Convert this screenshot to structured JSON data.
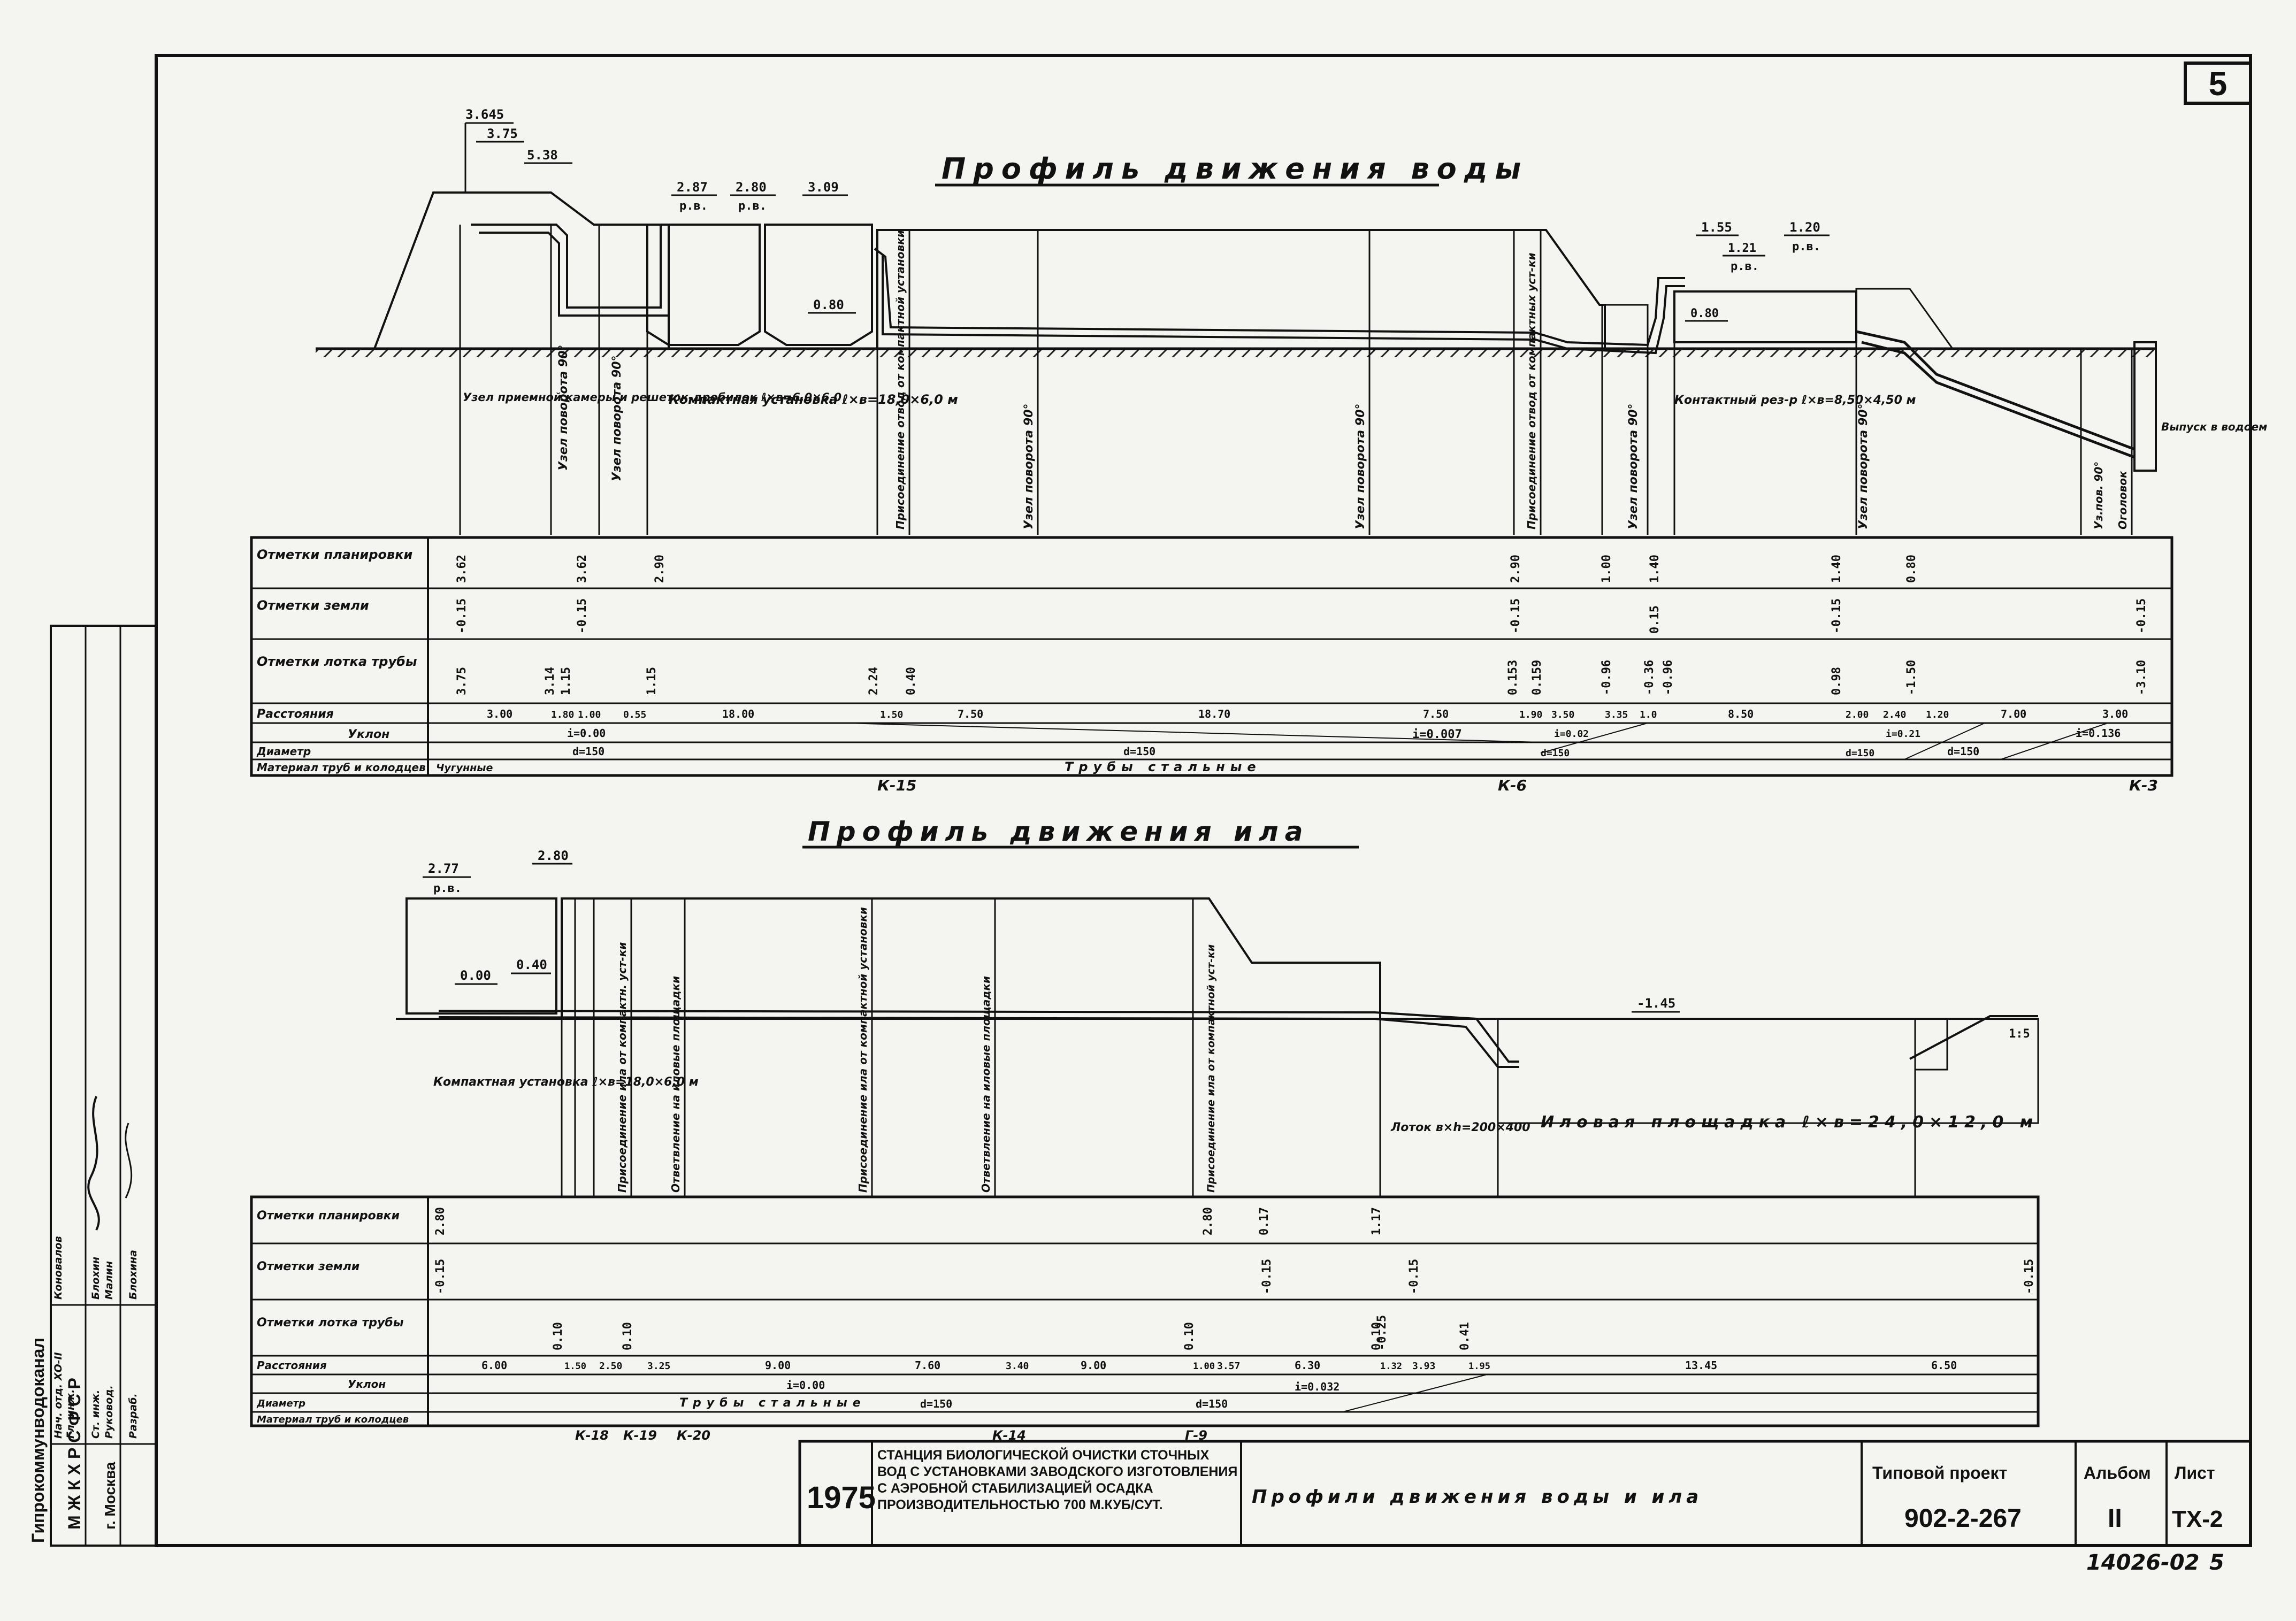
{
  "sheet_number": "5",
  "doc_id": "14026-02",
  "doc_page": "5",
  "water_profile": {
    "title": "Профиль движения воды",
    "top_marks": [
      "3.645",
      "3.75",
      "5.38",
      "2.87",
      "р.в.",
      "2.80",
      "р.в.",
      "3.09",
      "0.80",
      "1.55",
      "1.21",
      "р.в.",
      "1.20",
      "р.в.",
      "0.80"
    ],
    "structures": [
      "Узел приемной камеры и решеток-дробилок ℓ×в=6,0×6,0",
      "Узел поворота 90°",
      "Узел поворота 90°",
      "Компактная установка ℓ×в=18,0×6,0 м",
      "Присоединение отвод от компактной установки",
      "Узел поворота 90°",
      "Узел поворота 90°",
      "Присоединение отвод от компактных уст-ки",
      "Узел поворота 90°",
      "Контактный рез-р ℓ×в=8,50×4,50 м",
      "Узел поворота 90°",
      "Уз.пов. 90°",
      "Оголовок",
      "Выпуск в водоем"
    ],
    "row_labels": [
      "Отметки планировки",
      "Отметки земли",
      "Отметки лотка трубы",
      "Расстояния",
      "Уклон",
      "Диаметр",
      "Материал труб и колодцев"
    ],
    "planning_marks": [
      "3.62",
      "3.62",
      "2.90",
      "2.90",
      "1.00",
      "1.40",
      "1.40",
      "0.80"
    ],
    "ground_marks": [
      "-0.15",
      "-0.15",
      "-0.15",
      "0.15",
      "-0.15",
      "-0.15"
    ],
    "tray_marks": [
      "3.75",
      "3.14",
      "1.15",
      "1.15",
      "2.24",
      "0.40",
      "0.153",
      "0.159",
      "-0.96",
      "-0.36",
      "-0.96",
      "0.98",
      "-1.50",
      "-3.10"
    ],
    "distances": [
      "3.00",
      "1.80",
      "1.00",
      "0.55",
      "18.00",
      "1.50",
      "7.50",
      "18.70",
      "7.50",
      "1.90",
      "3.50",
      "3.35",
      "1.0",
      "8.50",
      "2.00",
      "2.40",
      "1.20",
      "7.00",
      "3.00"
    ],
    "slopes": [
      "i=0.00",
      "i=0.007",
      "i=0.02",
      "i=0.21",
      "i=0.136"
    ],
    "diameters": [
      "d=150",
      "d=150",
      "d=150",
      "d=150",
      "d=150"
    ],
    "materials": [
      "Чугунные",
      "Трубы стальные"
    ],
    "wells": [
      "К-15",
      "К-6",
      "К-3"
    ]
  },
  "sludge_profile": {
    "title": "Профиль движения ила",
    "top_marks": [
      "2.77",
      "р.в.",
      "2.80",
      "0.00",
      "0.40",
      "-1.45",
      "1:5"
    ],
    "structures": [
      "Компактная установка ℓ×в=18,0×6,0 м",
      "Присоединение ила от компактн. уст-ки",
      "Ответвление на иловые площадки",
      "Присоединение ила от компактной установки",
      "Ответвление на иловые площадки",
      "Присоединение ила от компактной уст-ки",
      "Лоток в×h=200×400",
      "Иловая площадка ℓ×в=24,0×12,0 м"
    ],
    "row_labels": [
      "Отметки планировки",
      "Отметки земли",
      "Отметки лотка трубы",
      "Расстояния",
      "Уклон",
      "Диаметр",
      "Материал труб и колодцев"
    ],
    "planning_marks": [
      "2.80",
      "2.80",
      "0.17",
      "1.17"
    ],
    "ground_marks": [
      "-0.15",
      "-0.15",
      "-0.15",
      "-0.15"
    ],
    "tray_marks": [
      "0.10",
      "0.10",
      "0.10",
      "0.10",
      "-0.25",
      "0.41"
    ],
    "distances": [
      "6.00",
      "1.50",
      "2.50",
      "3.25",
      "9.00",
      "7.60",
      "3.40",
      "9.00",
      "1.00",
      "3.57",
      "6.30",
      "1.32",
      "3.93",
      "1.95",
      "13.45",
      "6.50"
    ],
    "slopes": [
      "i=0.00",
      "i=0.032"
    ],
    "diameters": [
      "d=150",
      "d=150"
    ],
    "materials": [
      "Трубы стальные"
    ],
    "wells": [
      "К-18",
      "К-19",
      "К-20",
      "К-14",
      "Г-9"
    ]
  },
  "title_block": {
    "year": "1975",
    "station_text": "Станция биологической очистки сточных вод с установками заводского изготовления с аэробной стабилизацией осадка производительностью 700 м.куб/сут.",
    "sheet_title": "Профили движения воды и ила",
    "project_label": "Типовой проект",
    "project_number": "902-2-267",
    "album_label": "Альбом",
    "album_value": "II",
    "sheet_label": "Лист",
    "sheet_value": "ТХ-2"
  },
  "side_stamp": {
    "org": "Гипрокоммунводоканал",
    "ministry": "М Ж К Х  Р С Ф С Р",
    "city": "г. Москва",
    "roles": [
      "Нач. отд. ХО-II",
      "Гл. инж.",
      "Ст. инж.",
      "Руковод.",
      "Разраб."
    ],
    "names": [
      "Коновалов",
      "Блохин",
      "Малин",
      "Блохина"
    ]
  }
}
